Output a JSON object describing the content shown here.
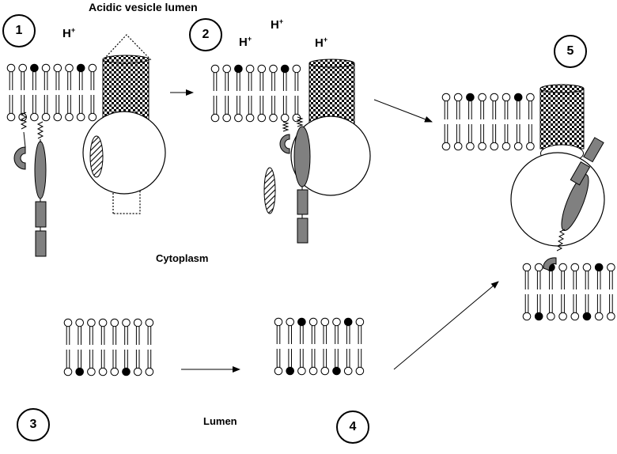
{
  "labels": {
    "top": "Acidic vesicle lumen",
    "middle": "Cytoplasm",
    "bottom": "Lumen"
  },
  "proton": {
    "base": "H",
    "charge": "+"
  },
  "steps": [
    "1",
    "2",
    "3",
    "4",
    "5"
  ],
  "colors": {
    "line": "#000000",
    "fill_protein": "#808080",
    "background": "#ffffff"
  }
}
